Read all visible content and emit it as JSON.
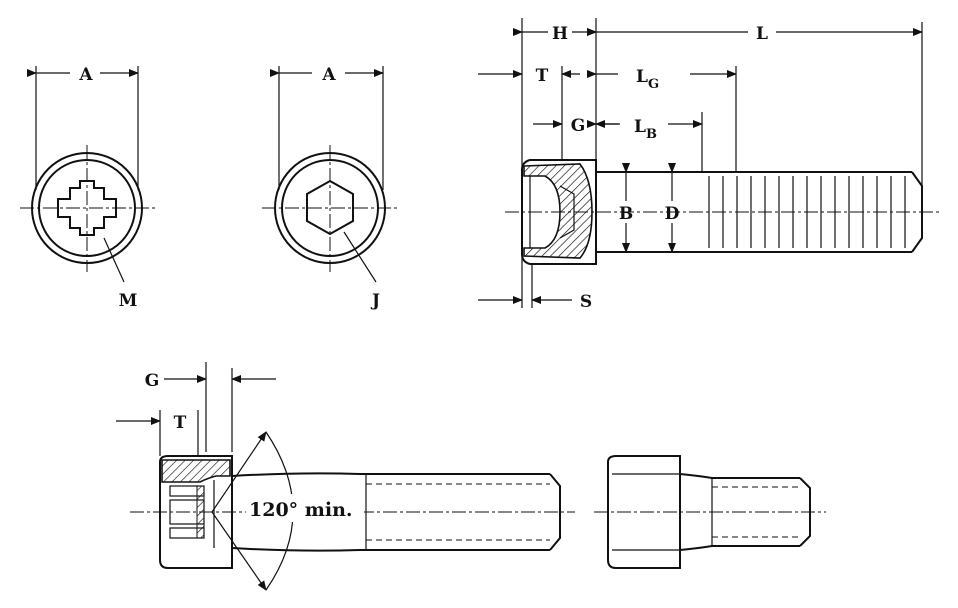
{
  "figure": {
    "labels": {
      "A_left": "A",
      "A_right": "A",
      "M": "M",
      "J": "J",
      "H": "H",
      "L": "L",
      "T_top": "T",
      "LG_main": "L",
      "LG_sub": "G",
      "G_top": "G",
      "LB_main": "L",
      "LB_sub": "B",
      "B": "B",
      "D": "D",
      "S": "S",
      "G_bottom": "G",
      "T_bottom": "T",
      "angle": "120° min."
    }
  }
}
